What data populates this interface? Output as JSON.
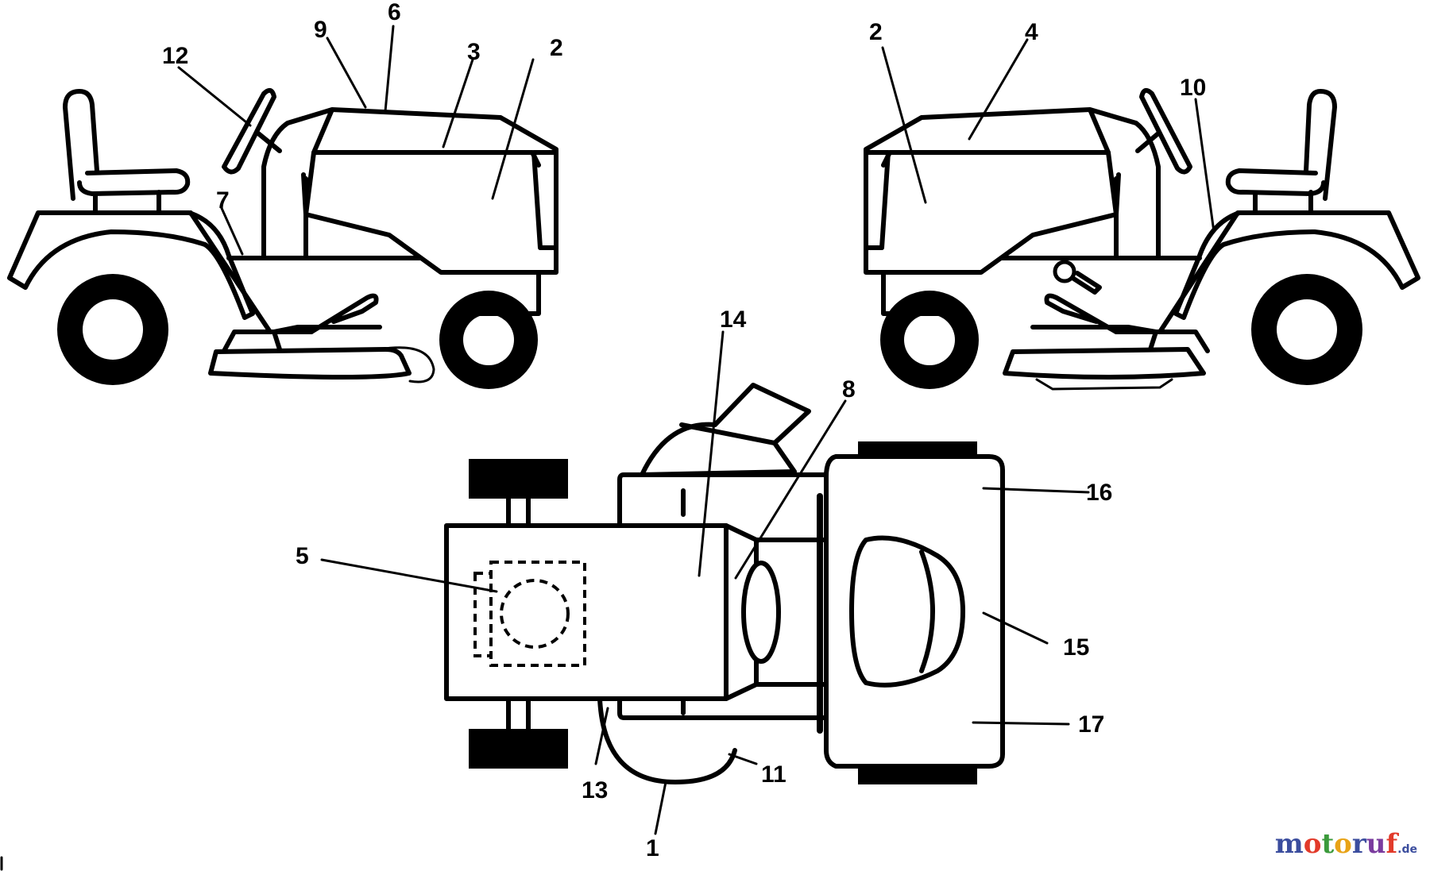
{
  "labels": {
    "l1": "1",
    "l2a": "2",
    "l2b": "2",
    "l3": "3",
    "l4": "4",
    "l5": "5",
    "l6": "6",
    "l7": "7",
    "l8": "8",
    "l9": "9",
    "l10": "10",
    "l11": "11",
    "l12": "12",
    "l13": "13",
    "l14": "14",
    "l15": "15",
    "l16": "16",
    "l17": "17"
  },
  "watermark": {
    "logo": "motoruf",
    "tld": ".de"
  }
}
